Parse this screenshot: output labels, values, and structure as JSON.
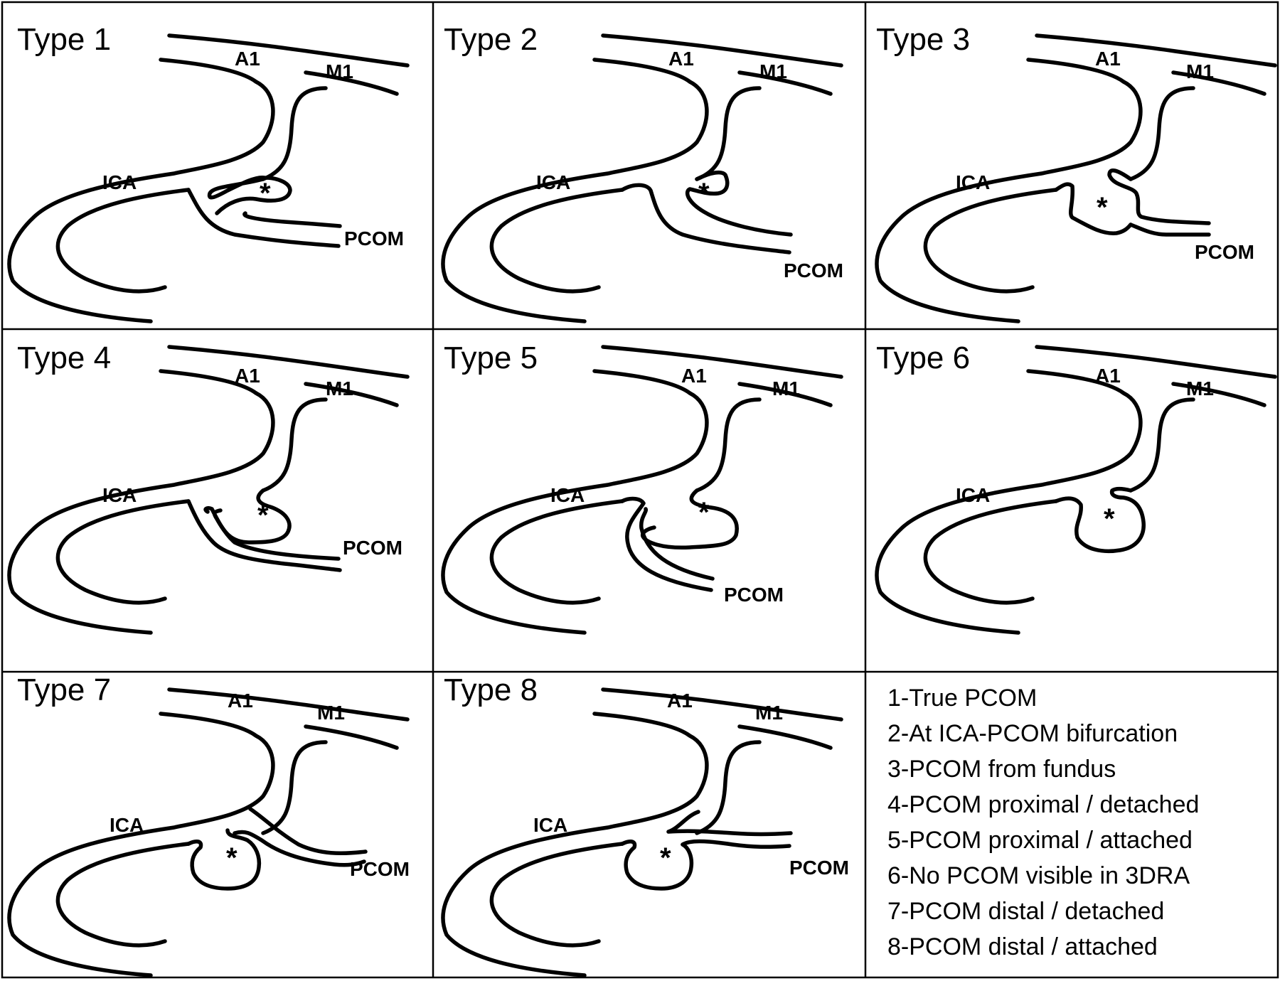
{
  "labels": {
    "a1": "A1",
    "m1": "M1",
    "ica": "ICA",
    "pcom": "PCOM",
    "aneurysm_marker": "*"
  },
  "panels": [
    {
      "title": "Type 1"
    },
    {
      "title": "Type 2"
    },
    {
      "title": "Type 3"
    },
    {
      "title": "Type 4"
    },
    {
      "title": "Type 5"
    },
    {
      "title": "Type 6"
    },
    {
      "title": "Type 7"
    },
    {
      "title": "Type 8"
    }
  ],
  "legend": [
    "1-True PCOM",
    "2-At ICA-PCOM bifurcation",
    "3-PCOM from fundus",
    "4-PCOM proximal / detached",
    "5-PCOM proximal / attached",
    "6-No PCOM visible in 3DRA",
    "7-PCOM distal / detached",
    "8-PCOM distal / attached"
  ]
}
